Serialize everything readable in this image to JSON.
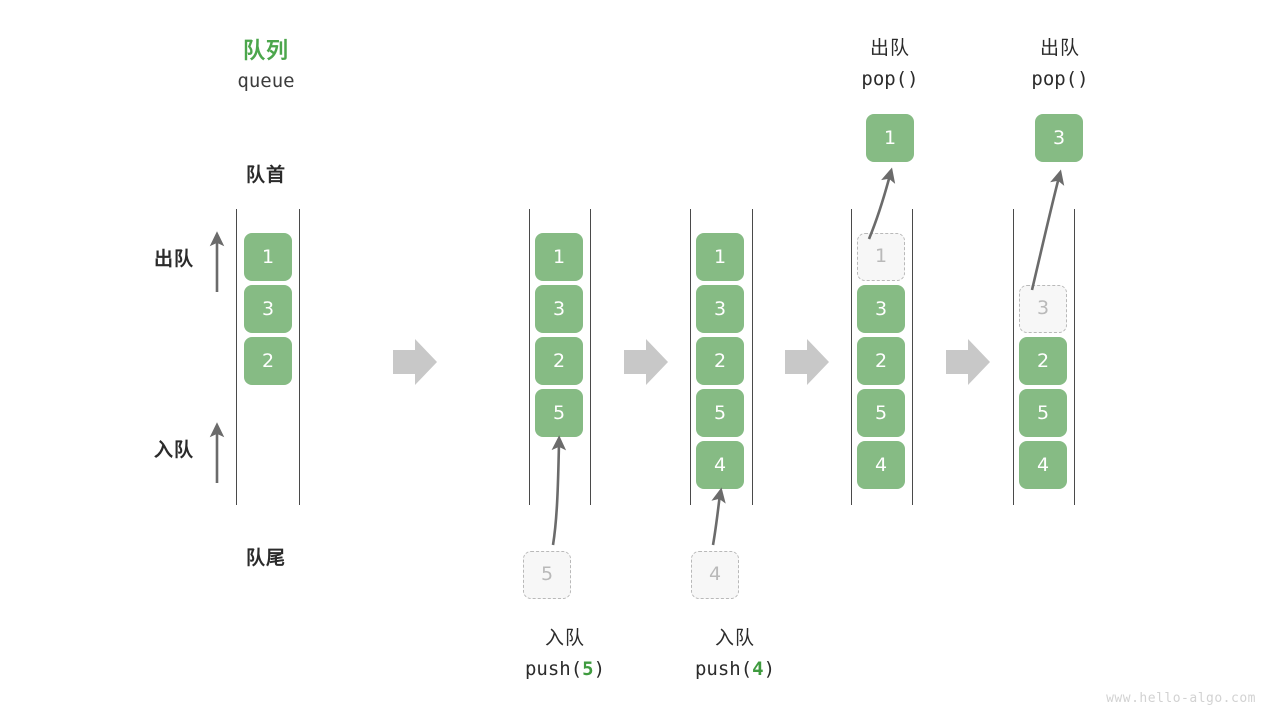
{
  "diagram": {
    "title_cn": "队列",
    "title_en": "queue",
    "head_label": "队首",
    "tail_label": "队尾",
    "dequeue_label": "出队",
    "enqueue_label": "入队",
    "watermark": "www.hello-algo.com",
    "colors": {
      "cell_fill": "#86bb84",
      "cell_text": "#ffffff",
      "ghost_fill": "#f7f7f7",
      "ghost_border": "#b9b9b9",
      "ghost_text": "#b9b9b9",
      "title_green": "#4ca64c",
      "code_green": "#3f9b3f",
      "rail": "#4a4a4a",
      "step_arrow": "#c8c8c8",
      "thin_arrow": "#6b6b6b",
      "text": "#2b2b2b",
      "watermark": "#d2d2d2"
    }
  },
  "stages": [
    {
      "id": "initial",
      "caption_cn": "",
      "caption_code": "",
      "cells": [
        {
          "value": "1",
          "slot": 0,
          "ghost": false
        },
        {
          "value": "3",
          "slot": 1,
          "ghost": false
        },
        {
          "value": "2",
          "slot": 2,
          "ghost": false
        }
      ],
      "incoming": null,
      "outgoing": null
    },
    {
      "id": "push-5",
      "caption_cn": "入队",
      "caption_code_prefix": "push(",
      "caption_code_num": "5",
      "caption_code_suffix": ")",
      "cells": [
        {
          "value": "1",
          "slot": 0,
          "ghost": false
        },
        {
          "value": "3",
          "slot": 1,
          "ghost": false
        },
        {
          "value": "2",
          "slot": 2,
          "ghost": false
        },
        {
          "value": "5",
          "slot": 3,
          "ghost": false
        }
      ],
      "incoming": {
        "value": "5"
      },
      "outgoing": null
    },
    {
      "id": "push-4",
      "caption_cn": "入队",
      "caption_code_prefix": "push(",
      "caption_code_num": "4",
      "caption_code_suffix": ")",
      "cells": [
        {
          "value": "1",
          "slot": 0,
          "ghost": false
        },
        {
          "value": "3",
          "slot": 1,
          "ghost": false
        },
        {
          "value": "2",
          "slot": 2,
          "ghost": false
        },
        {
          "value": "5",
          "slot": 3,
          "ghost": false
        },
        {
          "value": "4",
          "slot": 4,
          "ghost": false
        }
      ],
      "incoming": {
        "value": "4"
      },
      "outgoing": null
    },
    {
      "id": "pop-1",
      "header_cn": "出队",
      "header_code": "pop()",
      "popped": "1",
      "cells": [
        {
          "value": "1",
          "slot": 0,
          "ghost": true
        },
        {
          "value": "3",
          "slot": 1,
          "ghost": false
        },
        {
          "value": "2",
          "slot": 2,
          "ghost": false
        },
        {
          "value": "5",
          "slot": 3,
          "ghost": false
        },
        {
          "value": "4",
          "slot": 4,
          "ghost": false
        }
      ],
      "incoming": null,
      "outgoing": {
        "value": "1"
      }
    },
    {
      "id": "pop-3",
      "header_cn": "出队",
      "header_code": "pop()",
      "popped": "3",
      "cells": [
        {
          "value": "3",
          "slot": 1,
          "ghost": true
        },
        {
          "value": "2",
          "slot": 2,
          "ghost": false
        },
        {
          "value": "5",
          "slot": 3,
          "ghost": false
        },
        {
          "value": "4",
          "slot": 4,
          "ghost": false
        }
      ],
      "incoming": null,
      "outgoing": {
        "value": "3"
      }
    }
  ],
  "step_arrows": [
    {
      "index": 0
    },
    {
      "index": 1
    },
    {
      "index": 2
    },
    {
      "index": 3
    }
  ]
}
